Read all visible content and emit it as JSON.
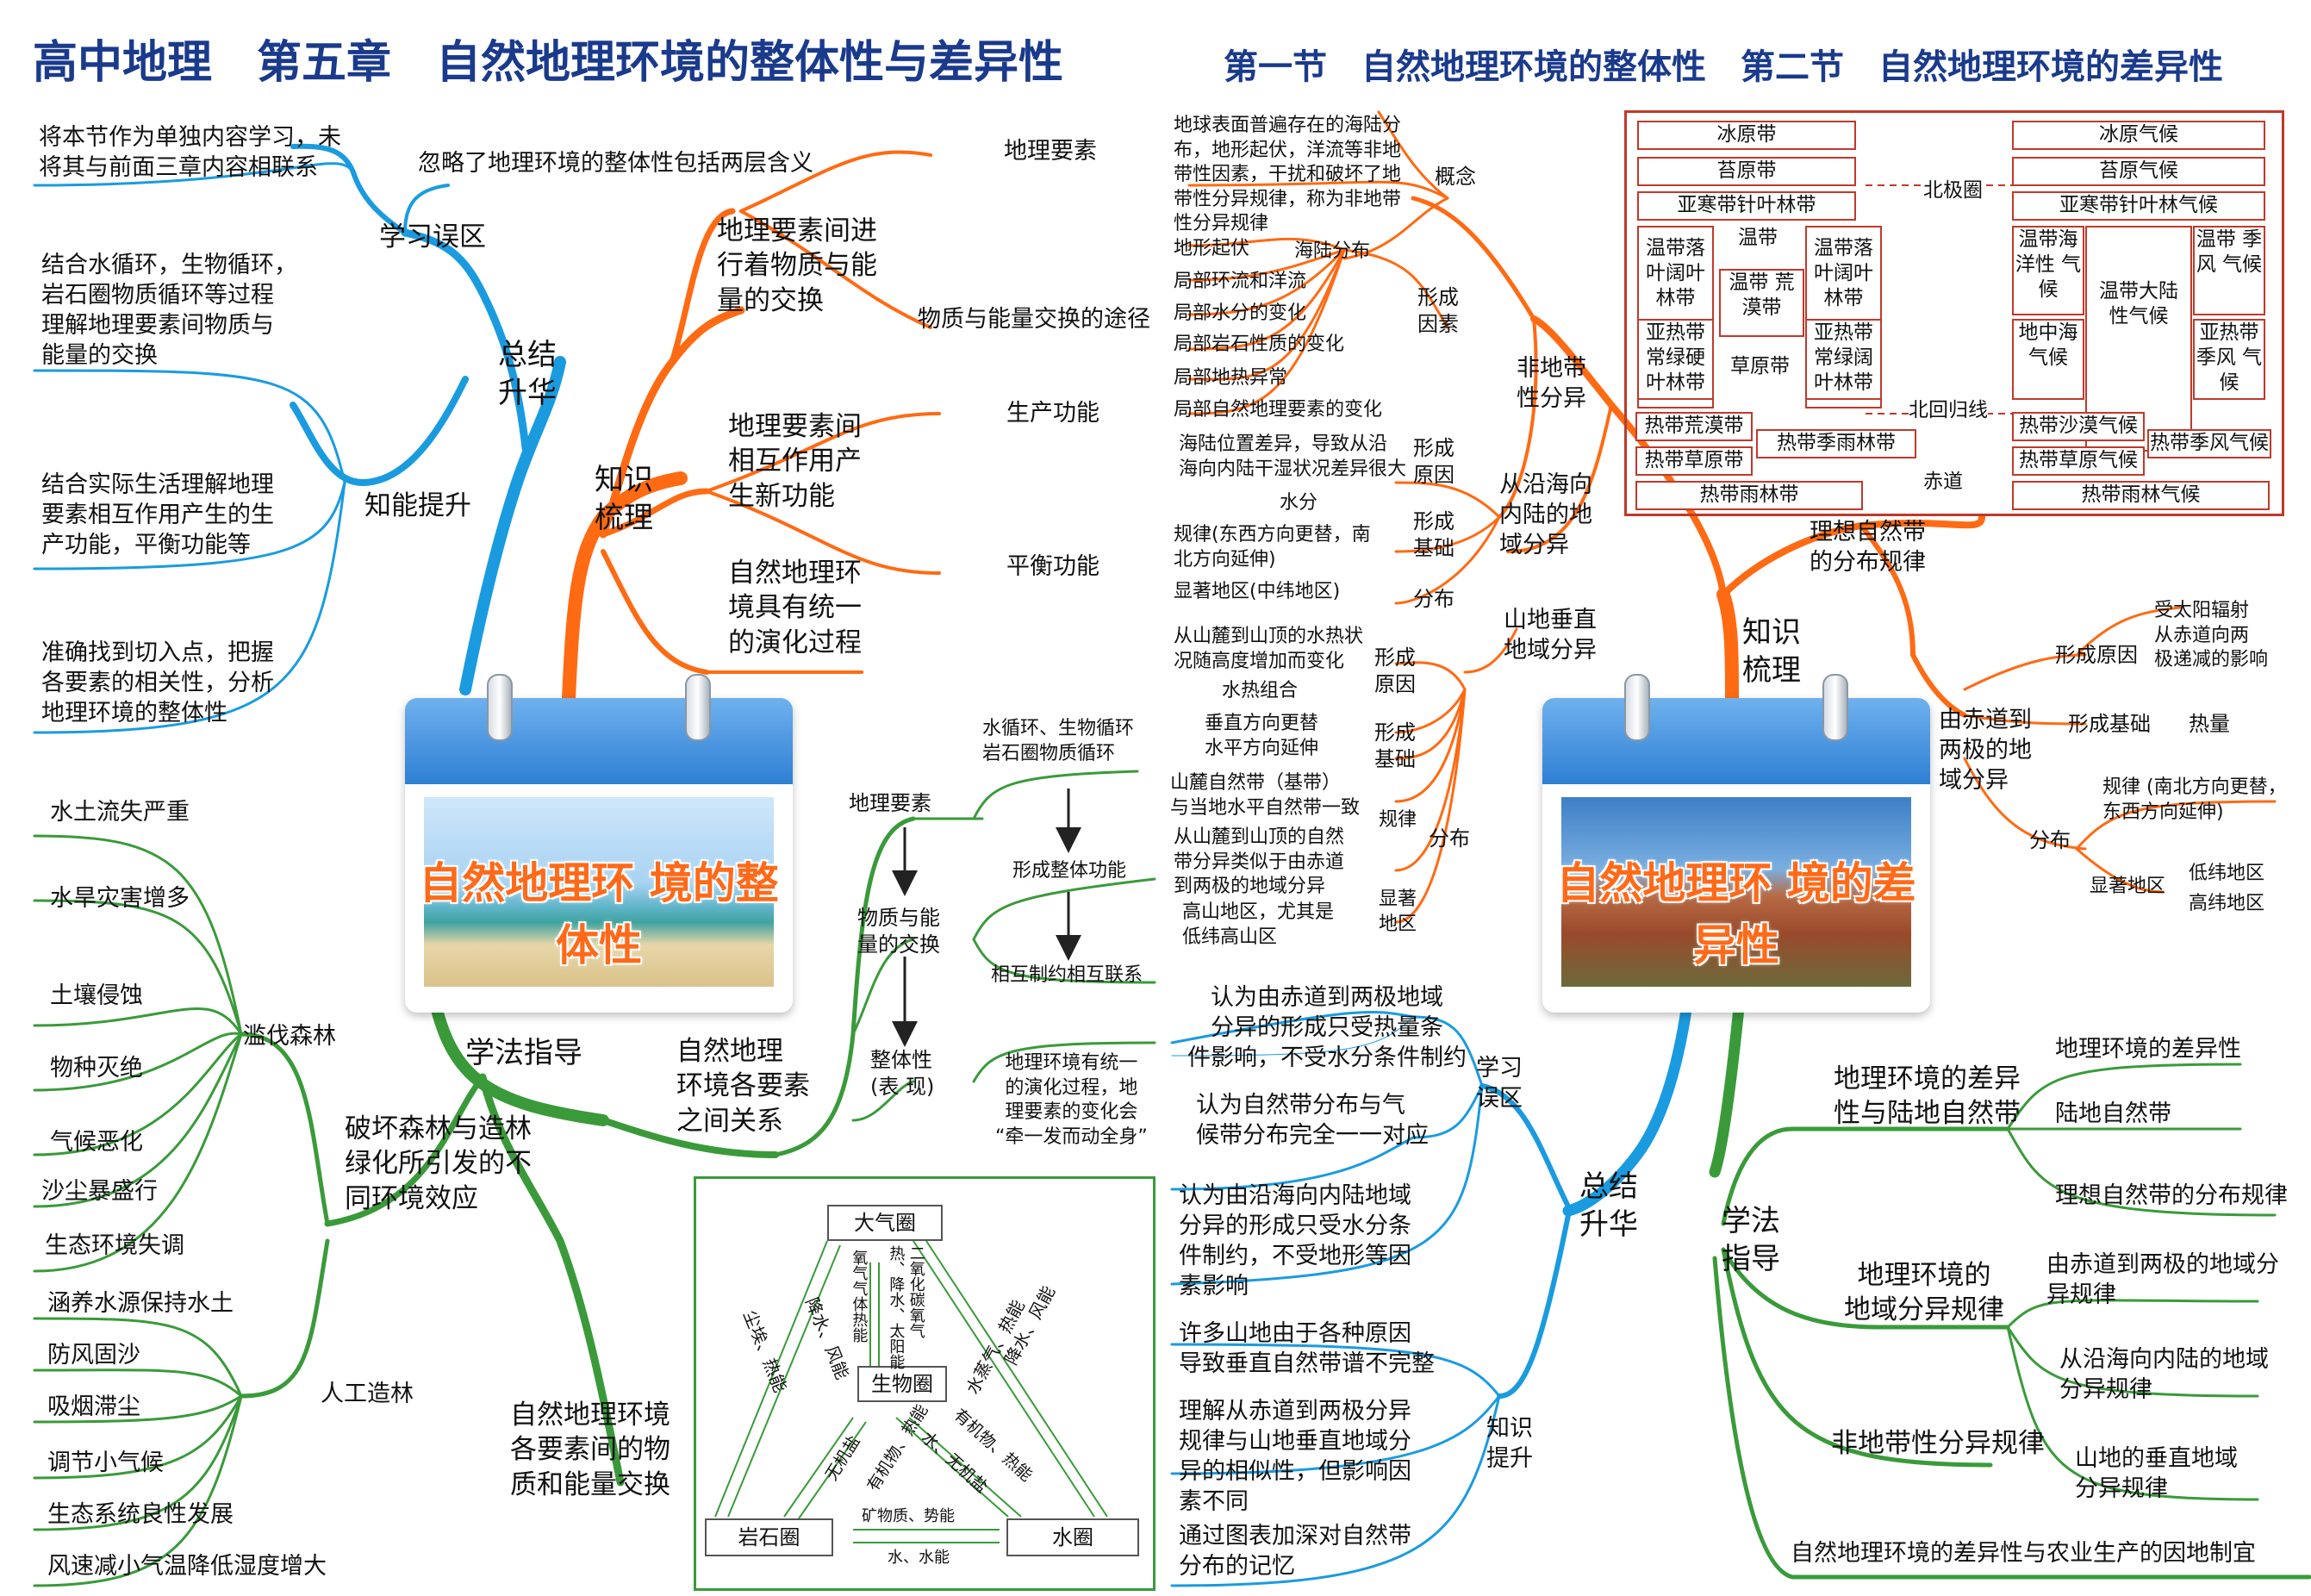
{
  "header": {
    "main_title": "高中地理　第五章　自然地理环境的整体性与差异性",
    "section_title": "第一节　自然地理环境的整体性　第二节　自然地理环境的差异性"
  },
  "left_card": {
    "title": "自然地理环\n境的整体性"
  },
  "right_card": {
    "title": "自然地理环\n境的差异性"
  },
  "left_map": {
    "summary": {
      "label": "总结\n升华",
      "misconception": "学习误区",
      "misc_note": "将本节作为单独内容学习，未\n将其与前面三章内容相联系",
      "misc_note2": "忽略了地理环境的整体性包括两层含义",
      "ability": "知能提升",
      "ability_items": [
        "结合水循环，生物循环，\n岩石圈物质循环等过程\n理解地理要素间物质与\n能量的交换",
        "结合实际生活理解地理\n要素相互作用产生的生\n产功能，平衡功能等",
        "准确找到切入点，把握\n各要素的相关性，分析\n地理环境的整体性"
      ]
    },
    "knowledge": {
      "label": "知识\n梳理",
      "k1": "地理要素间进\n行着物质与能\n量的交换",
      "k1a": "地理要素",
      "k1b": "物质与能量交换的途径",
      "k2": "地理要素间\n相互作用产\n生新功能",
      "k2a": "生产功能",
      "k2b": "平衡功能",
      "k3": "自然地理环\n境具有统一\n的演化过程"
    },
    "method": {
      "label": "学法指导",
      "forest_effects": "破坏森林与造林\n绿化所引发的不\n同环境效应",
      "deforest": "滥伐森林",
      "deforest_items": [
        "水土流失严重",
        "水旱灾害增多",
        "土壤侵蚀",
        "物种灭绝",
        "气候恶化",
        "沙尘暴盛行",
        "生态环境失调"
      ],
      "afforest": "人工造林",
      "afforest_items": [
        "涵养水源保持水土",
        "防风固沙",
        "吸烟滞尘",
        "调节小气候",
        "生态系统良性发展",
        "风速减小气温降低湿度增大"
      ],
      "relations": "自然地理\n环境各要素\n之间关系",
      "r_factor": "地理要素",
      "r_exchange": "物质与能\n量的交换",
      "r_whole": "整体性\n(表 现)",
      "r_cycle": "水循环、生物循环\n岩石圈物质循环",
      "r_func": "形成整体功能",
      "r_mutual": "相互制约相互联系",
      "r_evolve": "地理环境有统一\n的演化过程，地\n理要素的变化会\n“牵一发而动全身”",
      "exchange_title": "自然地理环境\n各要素间的物\n质和能量交换"
    },
    "cycle": {
      "atmos": "大气圈",
      "bio": "生物圈",
      "litho": "岩石圈",
      "hydro": "水圈",
      "a_b": "二氧化碳氧气\n热、降水、太阳能",
      "b_a": "氧气气体热能",
      "a_l": "降水、风能",
      "l_a": "尘埃、热能",
      "a_h": "降水、风能",
      "h_a": "水蒸气、热能",
      "b_l": "有机物、热能",
      "l_b": "无机盐",
      "b_h": "有机物、热能",
      "h_b": "水、无机盐",
      "l_h": "矿物质、势能",
      "h_l": "水、水能"
    }
  },
  "right_map": {
    "knowledge": {
      "label": "知识\n梳理",
      "nonzonal": "非地带\n性分异",
      "concept": "概念",
      "concept_text": "地球表面普遍存在的海陆分\n布，地形起伏，洋流等非地\n带性因素，干扰和破坏了地\n带性分异规律，称为非地带\n性分异规律",
      "factors": "形成\n因素",
      "factor_items": [
        "地形起伏",
        "海陆分布",
        "局部环流和洋流",
        "局部水分的变化",
        "局部岩石性质的变化",
        "局部地热异常",
        "局部自然地理要素的变化"
      ],
      "coast": "从沿海向\n内陆的地\n域分异",
      "coast_cause": "形成\n原因",
      "coast_cause_text": "海陆位置差异，导致从沿\n海向内陆干湿状况差异很大",
      "coast_basis": "形成\n基础",
      "coast_basis_text": "水分",
      "coast_rule_text": "规律(东西方向更替，南\n北方向延伸)",
      "coast_dist": "分布",
      "coast_dist_text": "显著地区(中纬地区)",
      "mountain": "山地垂直\n地域分异",
      "m_cause": "形成\n原因",
      "m_cause_text": "从山麓到山顶的水热状\n况随高度增加而变化",
      "m_basis": "形成\n基础",
      "m_basis_text": "水热组合",
      "m_basis_rule": "垂直方向更替\n水平方向延伸",
      "m_dist": "分布",
      "m_rule": "规律",
      "m_rule_text1": "山麓自然带（基带）\n与当地水平自然带一致",
      "m_rule_text2": "从山麓到山顶的自然\n带分异类似于由赤道\n到两极的地域分异",
      "m_area": "显著\n地区",
      "m_area_text": "高山地区，尤其是\n低纬高山区",
      "ideal": "理想自然带\n的分布规律",
      "equator_pole": "由赤道到\n两极的地\n域分异",
      "ep_cause": "形成原因",
      "ep_cause_text": "受太阳辐射\n从赤道向两\n极递减的影响",
      "ep_basis": "形成基础",
      "ep_basis_text": "热量",
      "ep_dist": "分布",
      "ep_rule_text": "规律 (南北方向更替，\n东西方向延伸)",
      "ep_area": "显著地区",
      "ep_area_low": "低纬地区",
      "ep_area_high": "高纬地区"
    },
    "zones": {
      "left": [
        "冰原带",
        "苔原带",
        "亚寒带针叶林带"
      ],
      "right": [
        "冰原气候",
        "苔原气候",
        "亚寒带针叶林气候"
      ],
      "polar": "北极圈",
      "temp_left": "温带落\n叶阔叶\n林带",
      "temp_mid": "温带",
      "desert": "温带\n荒漠带",
      "temp_right": "温带落\n叶阔叶\n林带",
      "sub_left": "亚热带\n常绿硬\n叶林带",
      "grass": "草原带",
      "sub_right": "亚热带\n常绿阔\n叶林带",
      "c_ocean": "温带海\n洋性\n气候",
      "c_cont": "温带大陆\n性气候",
      "c_monsoon": "温带\n季风\n气候",
      "c_med": "地中海\n气候",
      "c_sub_monsoon": "亚热带\n季风\n气候",
      "tropic": "北回归线",
      "t_desert": "热带荒漠带",
      "t_savanna_forest": "热带季雨林带",
      "t_grass": "热带草原带",
      "t_rain": "热带雨林带",
      "c_t_desert": "热带沙漠气候",
      "c_t_monsoon": "热带季风气候",
      "c_t_grass": "热带草原气候",
      "c_t_rain": "热带雨林气候",
      "equator": "赤道"
    },
    "summary": {
      "label": "总结\n升华",
      "misconception": "学习\n误区",
      "mis1": "认为由赤道到两极地域\n分异的形成只受热量条\n件影响，不受水分条件制约",
      "mis2": "认为自然带分布与气\n候带分布完全一一对应",
      "mis3": "认为由沿海向内陆地域\n分异的形成只受水分条\n件制约，不受地形等因\n素影响",
      "improve": "知识\n提升",
      "imp1": "许多山地由于各种原因\n导致垂直自然带谱不完整",
      "imp2": "理解从赤道到两极分异\n规律与山地垂直地域分\n异的相似性，但影响因\n素不同",
      "imp3": "通过图表加深对自然带\n分布的记忆"
    },
    "method": {
      "label": "学法\n指导",
      "diff": "地理环境的差异\n性与陆地自然带",
      "diff1": "地理环境的差异性",
      "diff2": "陆地自然带",
      "diff3": "理想自然带的分布规律",
      "rule": "地理环境的\n地域分异规律",
      "rule1": "由赤道到两极的地域分\n异规律",
      "rule2": "从沿海向内陆的地域\n分异规律",
      "rule3": "山地的垂直地域\n分异规律",
      "nonzonal": "非地带性分异规律",
      "agri": "自然地理环境的差异性与农业生产的因地制宜"
    }
  }
}
